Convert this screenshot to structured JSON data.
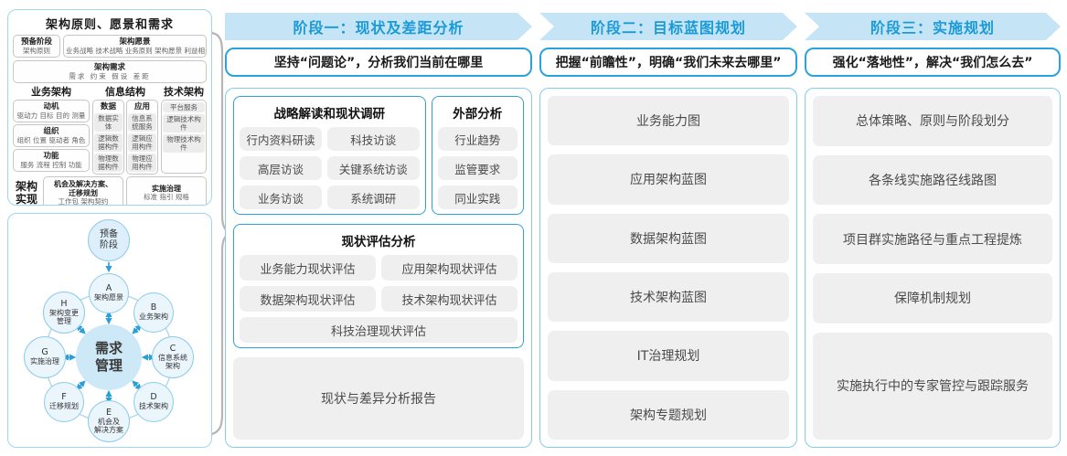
{
  "colors": {
    "band_bg": "#c5e5f7",
    "band_text": "#1b9ad6",
    "accent_blue_border": "#2aa3dc",
    "panel_blue_border": "#9ed5f0",
    "chip_gray_bg": "#efefef",
    "arrow_blue": "#2a9fd8"
  },
  "left_panel": {
    "framework": {
      "title": "架构原则、愿景和需求",
      "prep_title": "预备阶段",
      "prep_sub": "架构原则",
      "vision_title": "架构愿景",
      "vision_sub": "业务战略 技术战略 业务原则 架构愿景 利益相关者",
      "req_title": "架构需求",
      "req_sub": "需求  约束  假设  差距",
      "business": {
        "header": "业务架构",
        "boxes": [
          {
            "t": "动机",
            "s": "驱动力 目标 目的 测量"
          },
          {
            "t": "组织",
            "s": "组织 位置 驱动者 角色"
          },
          {
            "t": "功能",
            "s": "服务 流程 控制 功能"
          }
        ]
      },
      "information": {
        "header": "信息结构",
        "data_title": "数据",
        "data_items": [
          "数据实体",
          "逻辑数据构件",
          "物理数据构件"
        ],
        "app_title": "应用",
        "app_items": [
          "信息系统服务",
          "逻辑应用构件",
          "物理应用构件"
        ]
      },
      "technology": {
        "header": "技术架构",
        "items": [
          "平台服务",
          "逻辑技术构件",
          "物理技术构件"
        ]
      },
      "realization": {
        "label": "架构\n实现",
        "box1_t": "机会及解决方案、\n迁移规划",
        "box1_s": "工作包  架构契约",
        "box2_t": "实施治理",
        "box2_s": "标准  指引  规格"
      }
    },
    "adm": {
      "prep": "预备\n阶段",
      "center": "需求\n管理",
      "nodes": [
        {
          "letter": "A",
          "label": "架构愿景"
        },
        {
          "letter": "B",
          "label": "业务架构"
        },
        {
          "letter": "C",
          "label": "信息系统\n架构"
        },
        {
          "letter": "D",
          "label": "技术架构"
        },
        {
          "letter": "E",
          "label": "机会及\n解决方案"
        },
        {
          "letter": "F",
          "label": "迁移规划"
        },
        {
          "letter": "G",
          "label": "实施治理"
        },
        {
          "letter": "H",
          "label": "架构变更\n管理"
        }
      ]
    }
  },
  "phases": [
    {
      "header": "阶段一：现状及差距分析",
      "subtitle": "坚持“问题论”，分析我们当前在哪里",
      "research": {
        "title": "战略解读和现状调研",
        "items": [
          "行内资料研读",
          "科技访谈",
          "高层访谈",
          "关键系统访谈",
          "业务访谈",
          "系统调研"
        ]
      },
      "external": {
        "title": "外部分析",
        "items": [
          "行业趋势",
          "监管要求",
          "同业实践"
        ]
      },
      "assessment": {
        "title": "现状评估分析",
        "items": [
          "业务能力现状评估",
          "应用架构现状评估",
          "数据架构现状评估",
          "技术架构现状评估",
          "科技治理现状评估"
        ]
      },
      "report": "现状与差异分析报告"
    },
    {
      "header": "阶段二：目标蓝图规划",
      "subtitle": "把握“前瞻性”，明确“我们未来去哪里”",
      "items": [
        "业务能力图",
        "应用架构蓝图",
        "数据架构蓝图",
        "技术架构蓝图",
        "IT治理规划",
        "架构专题规划"
      ]
    },
    {
      "header": "阶段三：实施规划",
      "subtitle": "强化“落地性”，解决“我们怎么去”",
      "items": [
        "总体策略、原则与阶段划分",
        "各条线实施路径线路图",
        "项目群实施路径与重点工程提炼",
        "保障机制规划",
        "实施执行中的专家管控与跟踪服务"
      ]
    }
  ]
}
